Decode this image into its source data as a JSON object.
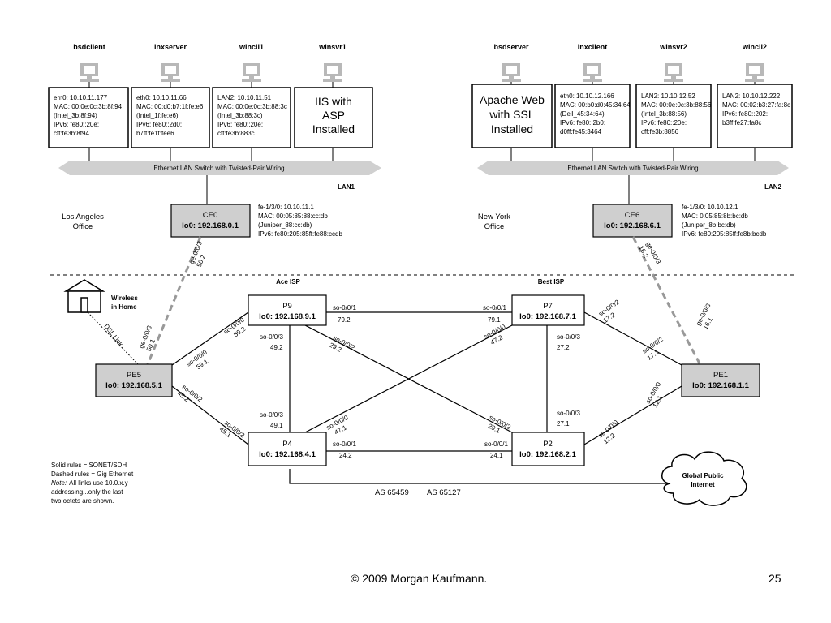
{
  "hosts": [
    {
      "name": "bsdclient",
      "lines": [
        "em0: 10.10.11.177",
        "MAC: 00:0e:0c:3b:8f:94",
        "(Intel_3b:8f:94)",
        "IPv6: fe80::20e:",
        "cff:fe3b:8f94"
      ]
    },
    {
      "name": "lnxserver",
      "lines": [
        "eth0: 10.10.11.66",
        "MAC: 00:d0:b7:1f:fe:e6",
        "(Intel_1f:fe:e6)",
        "IPv6: fe80::2d0:",
        "b7ff:fe1f:fee6"
      ]
    },
    {
      "name": "wincli1",
      "lines": [
        "LAN2: 10.10.11.51",
        "MAC: 00:0e:0c:3b:88:3c",
        "(Intel_3b:88:3c)",
        "IPv6: fe80::20e:",
        "cff:fe3b:883c"
      ]
    },
    {
      "name": "winsvr1",
      "big": [
        "IIS with",
        "ASP",
        "Installed"
      ]
    },
    {
      "name": "bsdserver",
      "big": [
        "Apache Web",
        "with SSL",
        "Installed"
      ]
    },
    {
      "name": "lnxclient",
      "lines": [
        "eth0: 10.10.12.166",
        "MAC: 00:b0:d0:45:34:64",
        "(Dell_45:34:64)",
        "IPv6: fe80::2b0:",
        "d0ff:fe45:3464"
      ]
    },
    {
      "name": "winsvr2",
      "lines": [
        "LAN2: 10.10.12.52",
        "MAC: 00:0e:0c:3b:88:56",
        "(Intel_3b:88:56)",
        "IPv6: fe80::20e:",
        "cff:fe3b:8856"
      ]
    },
    {
      "name": "wincli2",
      "lines": [
        "LAN2: 10.10.12.222",
        "MAC: 00:02:b3:27:fa:8c",
        "",
        "IPv6: fe80::202:",
        "b3ff:fe27:fa8c"
      ]
    }
  ],
  "switch_label": "Ethernet LAN Switch with Twisted-Pair Wiring",
  "lan1": "LAN1",
  "lan2": "LAN2",
  "offices": {
    "la": [
      "Los Angeles",
      "Office"
    ],
    "ny": [
      "New York",
      "Office"
    ]
  },
  "ce0": {
    "name": "CE0",
    "lo": "lo0: 192.168.0.1",
    "info": [
      "fe-1/3/0: 10.10.11.1",
      "MAC: 00:05:85:88:cc:db",
      "(Juniper_88:cc:db)",
      "IPv6: fe80:205:85ff:fe88:ccdb"
    ]
  },
  "ce6": {
    "name": "CE6",
    "lo": "lo0: 192.168.6.1",
    "info": [
      "fe-1/3/0: 10.10.12.1",
      "MAC: 0:05:85:8b:bc:db",
      "(Juniper_8b:bc:db)",
      "IPv6: fe80:205:85ff:fe8b:bcdb"
    ]
  },
  "isp": {
    "ace": "Ace ISP",
    "best": "Best ISP"
  },
  "home": [
    "Wireless",
    "in Home"
  ],
  "dsl": "DSL Link",
  "routers": {
    "p9": {
      "name": "P9",
      "lo": "lo0: 192.168.9.1"
    },
    "p7": {
      "name": "P7",
      "lo": "lo0: 192.168.7.1"
    },
    "pe5": {
      "name": "PE5",
      "lo": "lo0: 192.168.5.1"
    },
    "pe1": {
      "name": "PE1",
      "lo": "lo0: 192.168.1.1"
    },
    "p4": {
      "name": "P4",
      "lo": "lo0: 192.168.4.1"
    },
    "p2": {
      "name": "P2",
      "lo": "lo0: 192.168.2.1"
    }
  },
  "internet": [
    "Global Public",
    "Internet"
  ],
  "as": {
    "a": "AS 65459",
    "b": "AS 65127"
  },
  "legend": [
    "Solid rules = SONET/SDH",
    "Dashed rules = Gig Ethernet",
    "Note:",
    "All links use 10.0.x.y",
    "addressing...only the last",
    "two octets are shown."
  ],
  "if": {
    "ce0_ge": "ge-0/0/3",
    "ce0_ge_n": "50.2",
    "pe5_ge": "ge-0/0/3",
    "pe5_ge_n": "50.1",
    "ce6_ge": "ge-0/0/3",
    "ce6_ge_n": "16.2",
    "pe1_ge": "ge-0/0/3",
    "pe1_ge_n": "16.1",
    "p9_a": "so-0/0/0",
    "p9_a_n": "59.2",
    "pe5_a": "so-0/0/0",
    "pe5_a_n": "59.1",
    "pe5_b": "so-0/0/2",
    "pe5_b_n": "45.2",
    "p4_a": "so-0/0/2",
    "p4_a_n": "45.1",
    "p9_r": "so-0/0/1",
    "p9_r_n": "79.2",
    "p7_l": "so-0/0/1",
    "p7_l_n": "79.1",
    "p9_d": "so-0/0/3",
    "p9_d_n": "49.2",
    "p9_x": "so-0/0/2",
    "p9_x_n": "29.2",
    "p4_u": "so-0/0/3",
    "p4_u_n": "49.1",
    "p4_x": "so-0/0/0",
    "p4_x_n": "47.1",
    "p7_x": "so-0/0/0",
    "p7_x_n": "47.2",
    "p2_x": "so-0/0/2",
    "p2_x_n": "29.1",
    "p7_d": "so-0/0/3",
    "p7_d_n": "27.2",
    "p2_u": "so-0/0/3",
    "p2_u_n": "27.1",
    "p4_r": "so-0/0/1",
    "p4_r_n": "24.2",
    "p2_l": "so-0/0/1",
    "p2_l_n": "24.1",
    "p7_r": "so-0/0/2",
    "p7_r_n": "17.2",
    "pe1_a": "so-0/0/2",
    "pe1_a_n": "17.1",
    "pe1_b": "so-0/0/0",
    "pe1_b_n": "12.1",
    "p2_r": "so-0/0/0",
    "p2_r_n": "12.2"
  },
  "footer": {
    "copyright": "© 2009 Morgan Kaufmann.",
    "page": "25"
  }
}
